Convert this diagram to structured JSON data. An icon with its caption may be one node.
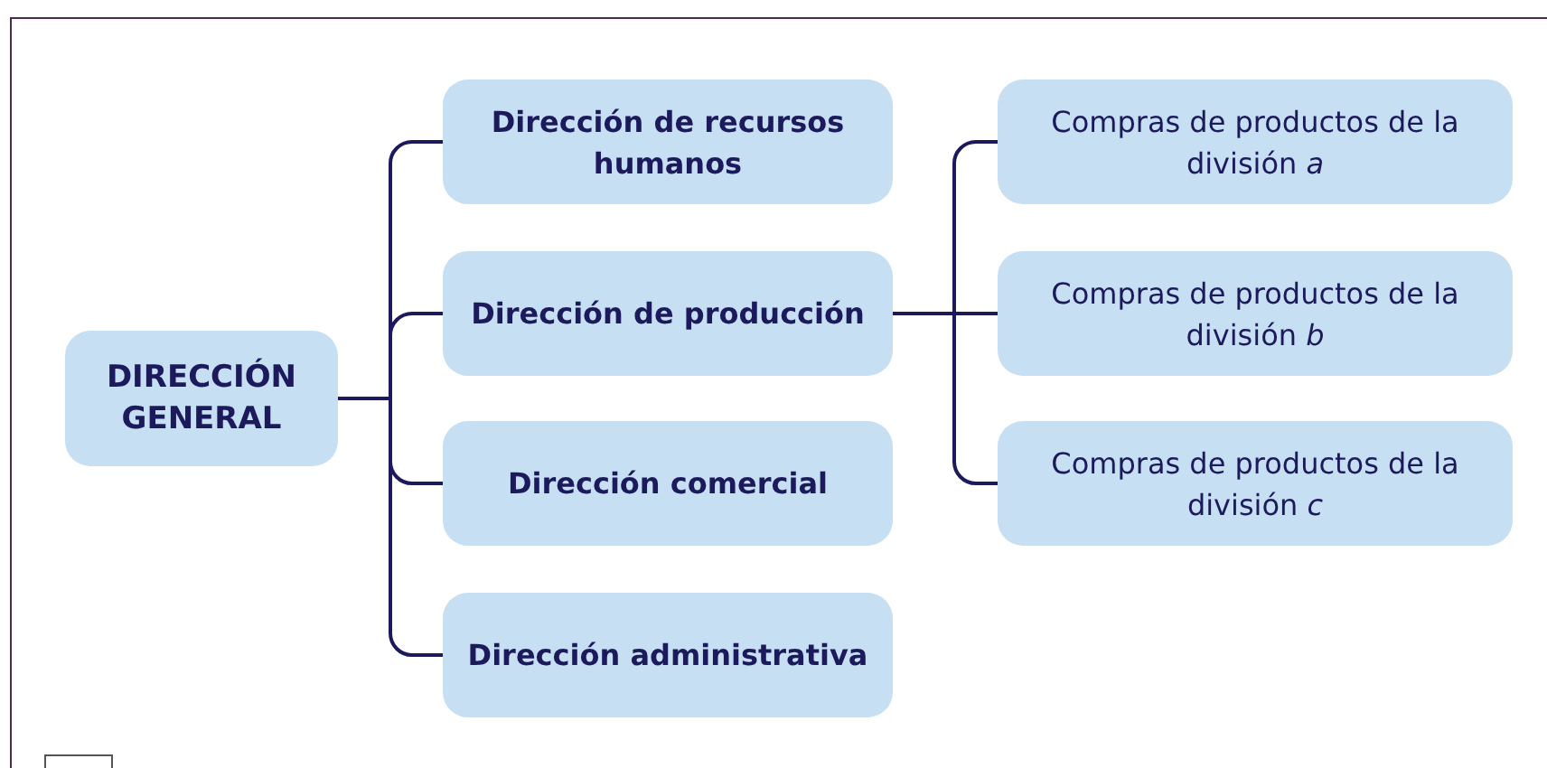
{
  "diagram": {
    "nodes": [
      {
        "text": [
          "DIRECCIÓN GENERAL"
        ]
      },
      {
        "text": [
          "Dirección de recursos humanos"
        ]
      },
      {
        "text": [
          "Dirección de producción"
        ]
      },
      {
        "text": [
          "Dirección comercial"
        ]
      },
      {
        "text": [
          "Dirección administrativa"
        ]
      },
      {
        "text": [
          "Compras de productos de la división *a*"
        ]
      },
      {
        "text": [
          "Compras de productos de la división *b*"
        ]
      },
      {
        "text": [
          "Compras de productos de la división *c*"
        ]
      }
    ],
    "edges": [
      {
        "from": 0,
        "to": 1,
        "arrow": "none"
      },
      {
        "from": 0,
        "to": 2,
        "arrow": "none"
      },
      {
        "from": 0,
        "to": 3,
        "arrow": "none"
      },
      {
        "from": 0,
        "to": 4,
        "arrow": "none"
      },
      {
        "from": 2,
        "to": 5,
        "arrow": "none"
      },
      {
        "from": 2,
        "to": 6,
        "arrow": "none"
      },
      {
        "from": 2,
        "to": 7,
        "arrow": "none"
      }
    ]
  }
}
